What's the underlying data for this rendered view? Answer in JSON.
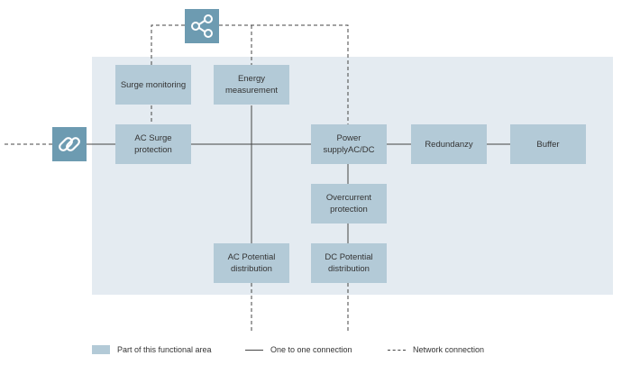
{
  "boxes": {
    "surge_monitoring": "Surge monitoring",
    "energy_measurement": "Energy measurement",
    "ac_surge_protection": "AC Surge protection",
    "power_supply": "Power supplyAC/DC",
    "redundanzy": "Redundanzy",
    "buffer": "Buffer",
    "overcurrent_protection": "Overcurrent protection",
    "ac_potential_distribution": "AC Potential distribution",
    "dc_potential_distribution": "DC Potential distribution"
  },
  "icons": {
    "network": "network-share-icon",
    "connector": "link-connector-icon"
  },
  "legend": {
    "area": "Part of this functional area",
    "solid": "One to one connection",
    "dashed": "Network connection"
  },
  "colors": {
    "area_background": "#e4ebf1",
    "box": "#b3cad7",
    "icon_box": "#6d9bb1",
    "line": "#444444"
  }
}
